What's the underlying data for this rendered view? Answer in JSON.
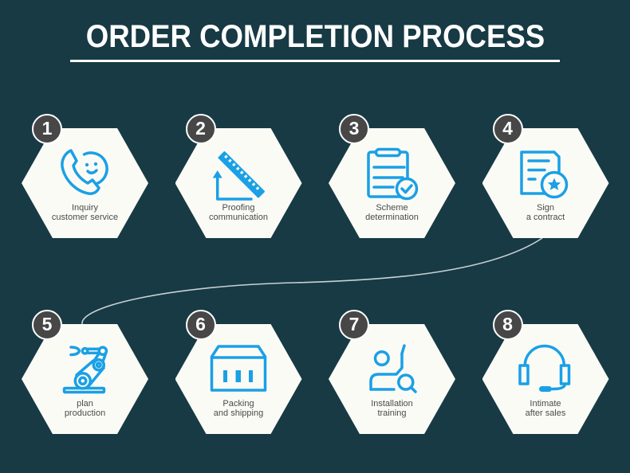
{
  "title": "ORDER COMPLETION PROCESS",
  "colors": {
    "background": "#173a45",
    "hexagon": "#fbfbf6",
    "icon": "#1aa0e6",
    "badge": "#474747",
    "label": "#4a4a4a",
    "connector": "#c9d1d2"
  },
  "steps": [
    {
      "number": "1",
      "label_lines": [
        "Inquiry",
        "customer service"
      ],
      "icon": "phone-smiley-icon"
    },
    {
      "number": "2",
      "label_lines": [
        "Proofing",
        "communication"
      ],
      "icon": "ruler-angle-icon"
    },
    {
      "number": "3",
      "label_lines": [
        "Scheme",
        "determination"
      ],
      "icon": "clipboard-check-icon"
    },
    {
      "number": "4",
      "label_lines": [
        "Sign",
        "a contract"
      ],
      "icon": "contract-star-icon"
    },
    {
      "number": "5",
      "label_lines": [
        "plan",
        "production"
      ],
      "icon": "robot-arm-icon"
    },
    {
      "number": "6",
      "label_lines": [
        "Packing",
        "and shipping"
      ],
      "icon": "package-box-icon"
    },
    {
      "number": "7",
      "label_lines": [
        "Installation",
        "training"
      ],
      "icon": "person-search-icon"
    },
    {
      "number": "8",
      "label_lines": [
        "Intimate",
        "after sales"
      ],
      "icon": "headset-icon"
    }
  ]
}
